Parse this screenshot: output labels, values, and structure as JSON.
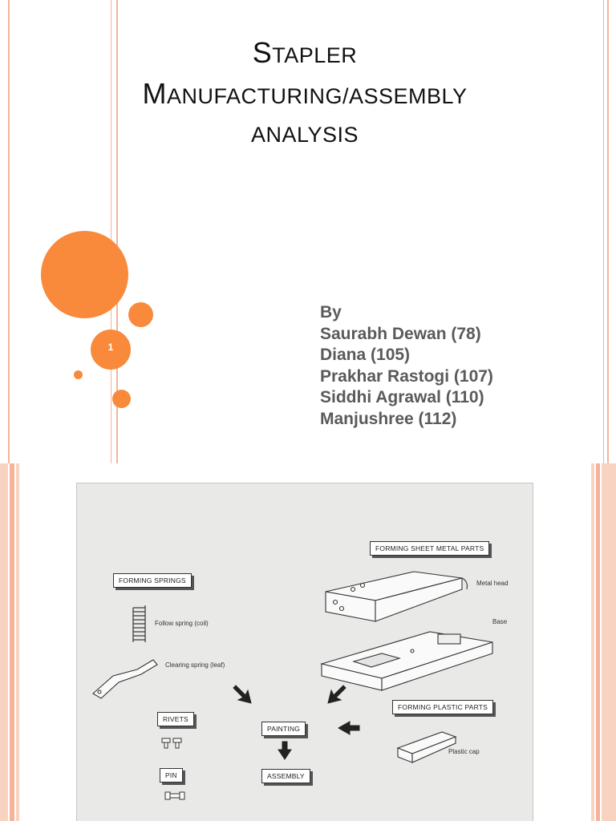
{
  "slide1": {
    "title_line1_cap": "S",
    "title_line1_rest": "TAPLER",
    "title_line2_cap": "M",
    "title_line2_rest": "ANUFACTURING/ASSEMBLY",
    "title_line3": "ANALYSIS",
    "slide_number": "1",
    "authors": [
      "By",
      "Saurabh Dewan (78)",
      "Diana (105)",
      "Prakhar Rastogi (107)",
      "Siddhi Agrawal (110)",
      "Manjushree (112)"
    ]
  },
  "slide2": {
    "process_boxes": {
      "forming_sheet_metal": "FORMING SHEET METAL PARTS",
      "forming_springs": "FORMING SPRINGS",
      "forming_plastic": "FORMING PLASTIC PARTS",
      "rivets": "RIVETS",
      "painting": "PAINTING",
      "pin": "PIN",
      "assembly": "ASSEMBLY"
    },
    "part_labels": {
      "metal_head": "Metal head",
      "base": "Base",
      "follow_spring": "Follow spring (coil)",
      "clearing_spring": "Clearing spring (leaf)",
      "plastic_cap": "Plastic cap"
    }
  },
  "colors": {
    "accent_orange": "#f98a3b",
    "stripe_light": "#f9d3c2",
    "stripe_mid": "#f4b49a",
    "author_text": "#5a5a5a"
  }
}
